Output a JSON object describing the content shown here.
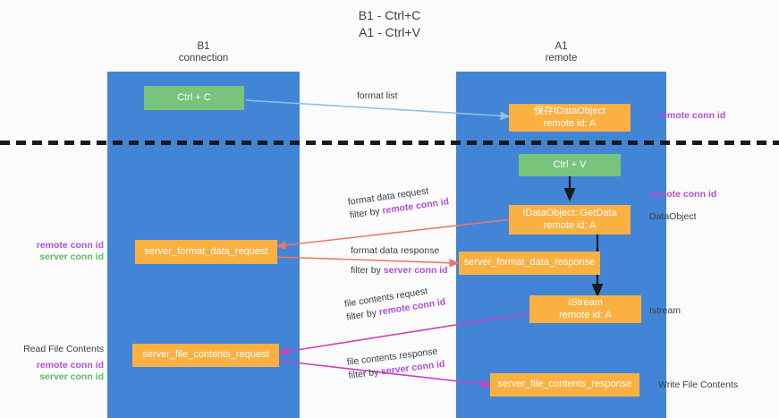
{
  "title": {
    "line1": "B1 - Ctrl+C",
    "line2": "A1 - Ctrl+V"
  },
  "lanes": [
    {
      "name": "B1",
      "sub": "connection"
    },
    {
      "name": "A1",
      "sub": "remote"
    }
  ],
  "nodes": {
    "ctrl_c": {
      "line1": "Ctrl + C",
      "line2": ""
    },
    "save_dataobject": {
      "line1": "保存IDataObject",
      "line2": "remote id: A"
    },
    "ctrl_v": {
      "line1": "Ctrl + V",
      "line2": ""
    },
    "getdata": {
      "line1": "IDataObject::GetData",
      "line2": "remote id: A"
    },
    "fmt_request": {
      "line1": "server_format_data_request",
      "line2": ""
    },
    "fmt_response": {
      "line1": "server_format_data_response",
      "line2": ""
    },
    "istream": {
      "line1": "IStream",
      "line2": "remote id: A"
    },
    "file_request": {
      "line1": "server_file_contents_request",
      "line2": ""
    },
    "file_response": {
      "line1": "server_file_contents_response",
      "line2": ""
    }
  },
  "annotations": {
    "right_remote_conn_top": "remote conn id",
    "right_remote_conn_mid": "remote conn id",
    "right_dataobject": "DataObject",
    "right_istream": "Istream",
    "right_write_file": "Write File Contents",
    "left_mid_purple": "remote conn id",
    "left_mid_green": "server conn id",
    "left_read_file": "Read File Contents",
    "left_bot_purple": "remote conn id",
    "left_bot_green": "server conn id"
  },
  "edge_labels": {
    "format_list": "format list",
    "fmt_req_l1": "format data request",
    "fmt_req_l2_prefix": "filter by ",
    "fmt_req_l2_key": "remote conn id",
    "fmt_res_l1": "format data response",
    "fmt_res_l2_prefix": "filter by ",
    "fmt_res_l2_key": "server conn id",
    "file_req_l1": "file contents request",
    "file_req_l2_prefix": "filter by ",
    "file_req_l2_key": "remote conn id",
    "file_res_l1": "file contents response",
    "file_res_l2_prefix": "filter by ",
    "file_res_l2_key": "server conn id"
  },
  "colors": {
    "lane": "#4285d6",
    "green_node": "#78c47d",
    "orange_node": "#fbb042",
    "purple_text": "#b14fd8",
    "green_text": "#5fb86a",
    "arrow_blue": "#8fc0e8",
    "arrow_red": "#e8776f",
    "arrow_magenta": "#cc3fc0",
    "arrow_black": "#1a1a1a"
  }
}
